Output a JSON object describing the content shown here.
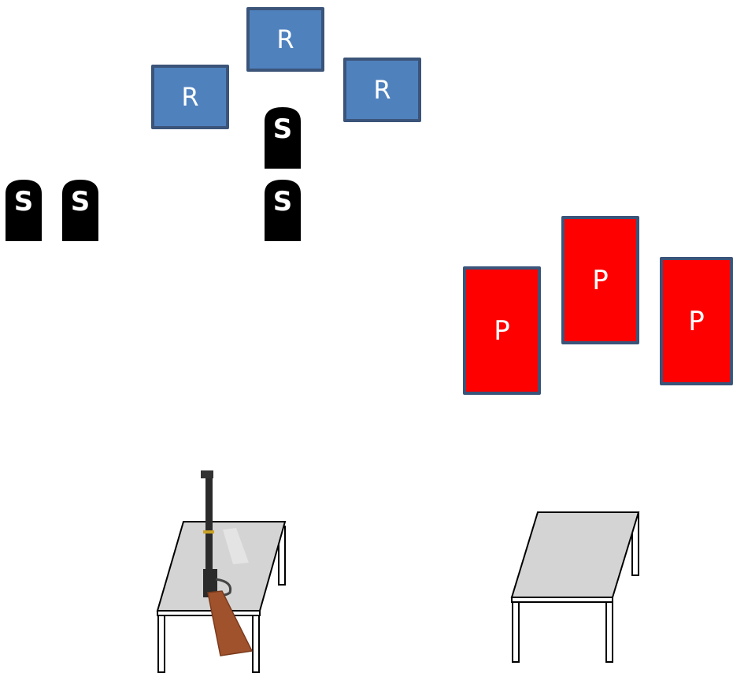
{
  "targets": {
    "rifle_targets": [
      {
        "label": "R"
      },
      {
        "label": "R"
      },
      {
        "label": "R"
      }
    ],
    "steel_targets": [
      {
        "label": "S"
      },
      {
        "label": "S"
      },
      {
        "label": "S"
      },
      {
        "label": "S"
      }
    ],
    "pistol_targets": [
      {
        "label": "P"
      },
      {
        "label": "P"
      },
      {
        "label": "P"
      }
    ]
  },
  "colors": {
    "rifle_target_fill": "#4f81bd",
    "rifle_target_border": "#3b5479",
    "pistol_target_fill": "#ff0000",
    "steel_target_fill": "#000000",
    "table_top": "#d4d4d4",
    "rifle_stock": "#a0522d"
  },
  "icons": {
    "tables": [
      "table-with-rifle",
      "empty-table"
    ],
    "rifle": "lever-action-rifle-icon"
  }
}
